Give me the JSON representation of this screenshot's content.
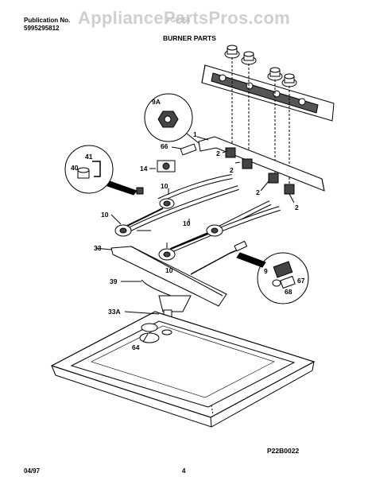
{
  "header": {
    "publication_label": "Publication No.",
    "publication_number": "5995295812",
    "model_text": "FGF354",
    "section_title": "BURNER PARTS",
    "watermark": "AppliancePartsPros.com"
  },
  "callouts": {
    "c1": "1",
    "c2a": "2",
    "c2b": "2",
    "c2c": "2",
    "c2d": "2",
    "c9a": "9A",
    "c9": "9",
    "c10a": "10",
    "c10b": "10",
    "c10c": "10",
    "c10d": "10",
    "c14": "14",
    "c33": "33",
    "c33a": "33A",
    "c39": "39",
    "c40": "40",
    "c41": "41",
    "c64": "64",
    "c66": "66",
    "c67": "67",
    "c68": "68"
  },
  "footer": {
    "date_code": "04/97",
    "page_number": "4",
    "diagram_code": "P22B0022"
  }
}
